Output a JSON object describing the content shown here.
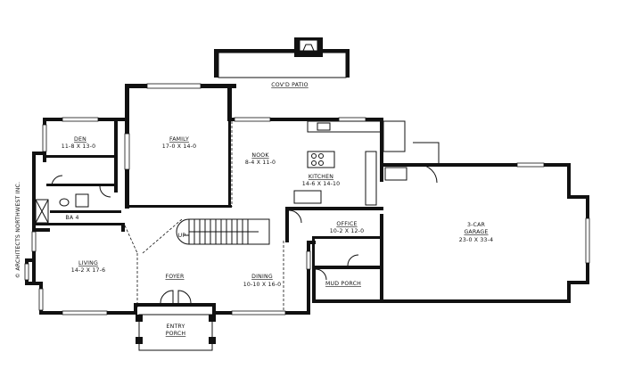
{
  "copyright": "© ARCHITECTS NORTHWEST INC.",
  "rooms": {
    "patio": {
      "name": "COV'D PATIO"
    },
    "family": {
      "name": "FAMILY",
      "size": "17-0 X 14-0"
    },
    "den": {
      "name": "DEN",
      "size": "11-8 X 13-0"
    },
    "nook": {
      "name": "NOOK",
      "size": "8-4 X 11-0"
    },
    "kitchen": {
      "name": "KITCHEN",
      "size": "14-6 X 14-10"
    },
    "office": {
      "name": "OFFICE",
      "size": "10-2 X 12-0"
    },
    "garage": {
      "name_line1": "3-CAR",
      "name_line2": "GARAGE",
      "size": "23-0 X 33-4"
    },
    "bath": {
      "name": "BA 4"
    },
    "living": {
      "name": "LIVING",
      "size": "14-2 X 17-6"
    },
    "foyer": {
      "name": "FOYER"
    },
    "dining": {
      "name": "DINING",
      "size": "10-10 X 16-0"
    },
    "mudporch": {
      "name": "MUD PORCH"
    },
    "entryporch": {
      "name_line1": "ENTRY",
      "name_line2": "PORCH"
    }
  },
  "stair": {
    "label": "UP"
  }
}
